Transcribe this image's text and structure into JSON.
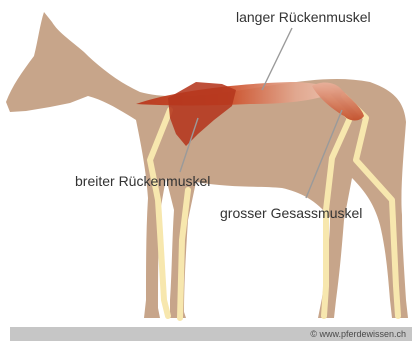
{
  "labels": {
    "long_back_muscle": "langer Rückenmuskel",
    "broad_back_muscle": "breiter Rückenmuskel",
    "gluteal_muscle": "grosser Gesassmuskel"
  },
  "footer": {
    "credit": "© www.pferdewissen.ch"
  },
  "colors": {
    "horse_body": "#c7a58a",
    "tendon_stripe": "#f7e7ae",
    "muscle_dark": "#b5371e",
    "muscle_red": "#c8401c",
    "pointer_line": "#9a9a9a",
    "footer_bar": "#c6c6c6"
  }
}
